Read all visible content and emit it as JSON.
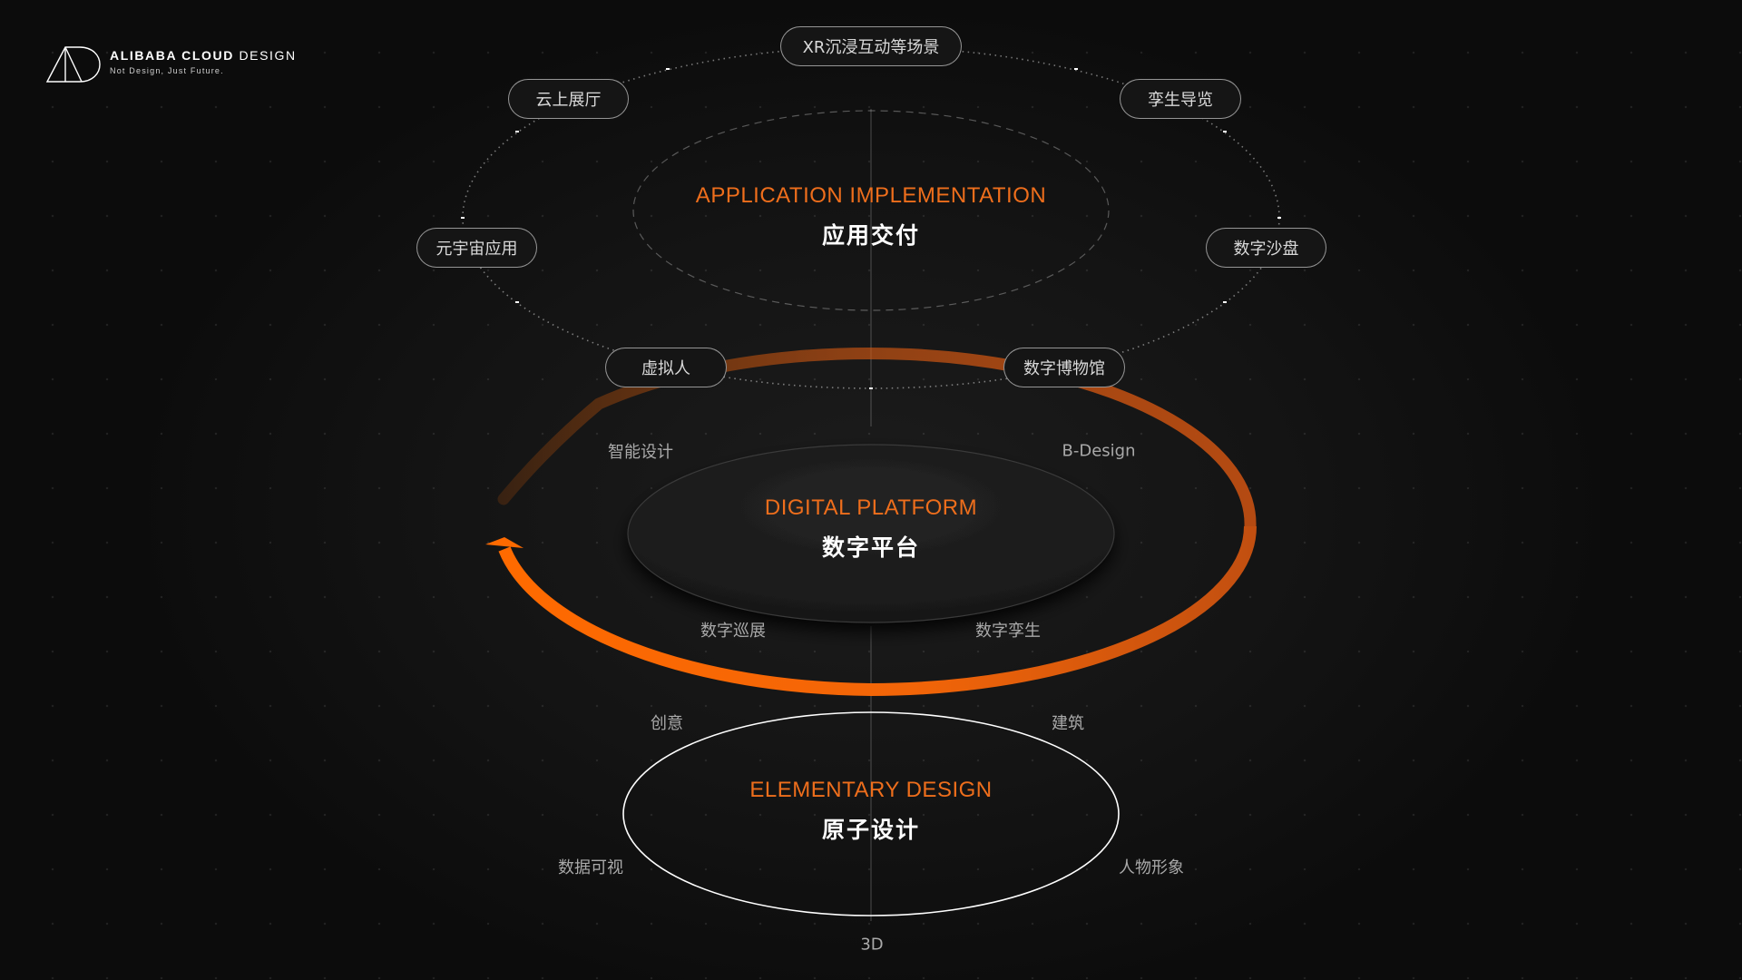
{
  "brand": {
    "title_bold": "ALIBABA CLOUD",
    "title_light": "DESIGN",
    "tagline": "Not Design, Just Future."
  },
  "application": {
    "en": "APPLICATION IMPLEMENTATION",
    "zh": "应用交付",
    "pills": {
      "xr": "XR沉浸互动等场景",
      "cloud_hall": "云上展厅",
      "twin_tour": "孪生导览",
      "metaverse": "元宇宙应用",
      "sandbox": "数字沙盘",
      "virtual_human": "虚拟人",
      "museum": "数字博物馆"
    }
  },
  "platform": {
    "en": "DIGITAL PLATFORM",
    "zh": "数字平台",
    "labels": {
      "smart_design": "智能设计",
      "b_design": "B-Design",
      "tour": "数字巡展",
      "twin": "数字孪生"
    }
  },
  "elementary": {
    "en": "ELEMENTARY DESIGN",
    "zh": "原子设计",
    "labels": {
      "creative": "创意",
      "architecture": "建筑",
      "dataviz": "数据可视",
      "character": "人物形象",
      "three_d": "3D"
    }
  },
  "colors": {
    "accent": "#ee6e1c",
    "arrow": "#ff6a00"
  }
}
